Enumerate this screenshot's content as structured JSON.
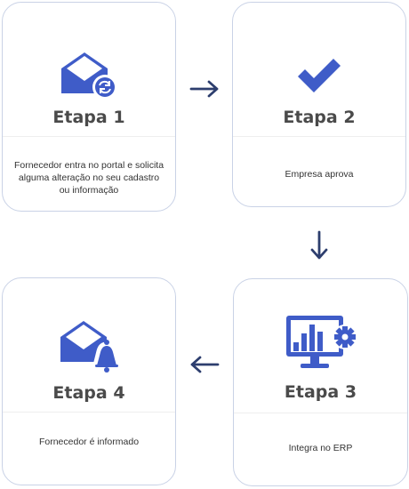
{
  "steps": [
    {
      "title": "Etapa 1",
      "description": "Fornecedor entra no portal e solicita alguma alteração no seu cadastro ou informação",
      "icon": "envelope-sync-icon"
    },
    {
      "title": "Etapa 2",
      "description": "Empresa aprova",
      "icon": "checkmark-icon"
    },
    {
      "title": "Etapa 3",
      "description": "Integra no ERP",
      "icon": "monitor-chart-gear-icon"
    },
    {
      "title": "Etapa 4",
      "description": "Fornecedor é informado",
      "icon": "envelope-bell-icon"
    }
  ],
  "colors": {
    "accent": "#3f5cc8",
    "arrow": "#2d3e6e",
    "border": "#c9d2e6",
    "title": "#4a4a4a"
  }
}
